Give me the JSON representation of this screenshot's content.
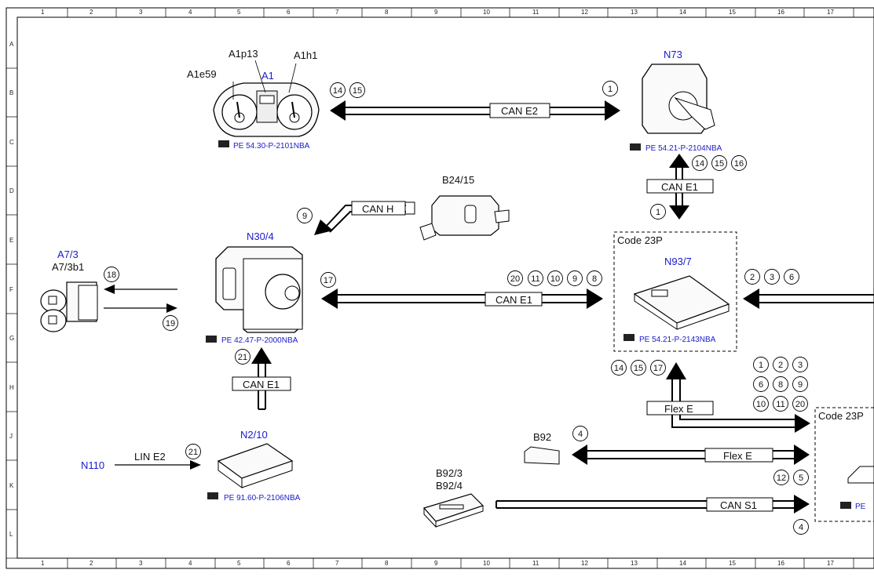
{
  "grid": {
    "columns": [
      "1",
      "2",
      "3",
      "4",
      "5",
      "6",
      "7",
      "8",
      "9",
      "10",
      "11",
      "12",
      "13",
      "14",
      "15",
      "16",
      "17"
    ],
    "rows": [
      "A",
      "B",
      "C",
      "D",
      "E",
      "F",
      "G",
      "H",
      "J",
      "K",
      "L"
    ]
  },
  "components": {
    "a1": {
      "code": "A1",
      "sub1": "A1e59",
      "sub2": "A1p13",
      "sub3": "A1h1",
      "ref": "PE 54.30-P-2101NBA"
    },
    "n73": {
      "code": "N73",
      "ref": "PE 54.21-P-2104NBA"
    },
    "b24_15": {
      "code": "B24/15"
    },
    "a7_3": {
      "code": "A7/3",
      "sub": "A7/3b1"
    },
    "n30_4": {
      "code": "N30/4",
      "ref": "PE 42.47-P-2000NBA"
    },
    "n93_7": {
      "code": "N93/7",
      "box_label": "Code 23P",
      "ref": "PE 54.21-P-2143NBA"
    },
    "n2_10": {
      "code": "N2/10",
      "ref": "PE 91.60-P-2106NBA"
    },
    "n110": {
      "code": "N110"
    },
    "b92": {
      "code": "B92"
    },
    "b92_3": {
      "code": "B92/3",
      "sub": "B92/4"
    },
    "right_box": {
      "box_label": "Code 23P",
      "ref": "PE"
    }
  },
  "buses": {
    "can_e2": "CAN E2",
    "can_e1_top": "CAN E1",
    "can_h": "CAN H",
    "can_e1_mid": "CAN E1",
    "can_e1_low": "CAN E1",
    "lin_e2": "LIN E2",
    "flex_e_v": "Flex E",
    "flex_e_h": "Flex E",
    "can_s1": "CAN S1"
  },
  "callouts": {
    "c14a": "14",
    "c15a": "15",
    "c1a": "1",
    "c14b": "14",
    "c15b": "15",
    "c16b": "16",
    "c1b": "1",
    "c9a": "9",
    "c18": "18",
    "c19": "19",
    "c17a": "17",
    "c20a": "20",
    "c11a": "11",
    "c10a": "10",
    "c9b": "9",
    "c8a": "8",
    "c2a": "2",
    "c3a": "3",
    "c6a": "6",
    "c21a": "21",
    "c14c": "14",
    "c15c": "15",
    "c17c": "17",
    "c1d": "1",
    "c2d": "2",
    "c3d": "3",
    "c6d": "6",
    "c8d": "8",
    "c9d": "9",
    "c10d": "10",
    "c11d": "11",
    "c20d": "20",
    "c21b": "21",
    "c4a": "4",
    "c12": "12",
    "c5": "5",
    "c4b": "4"
  },
  "colors": {
    "blue": "#1a1acc",
    "line": "#000000"
  }
}
